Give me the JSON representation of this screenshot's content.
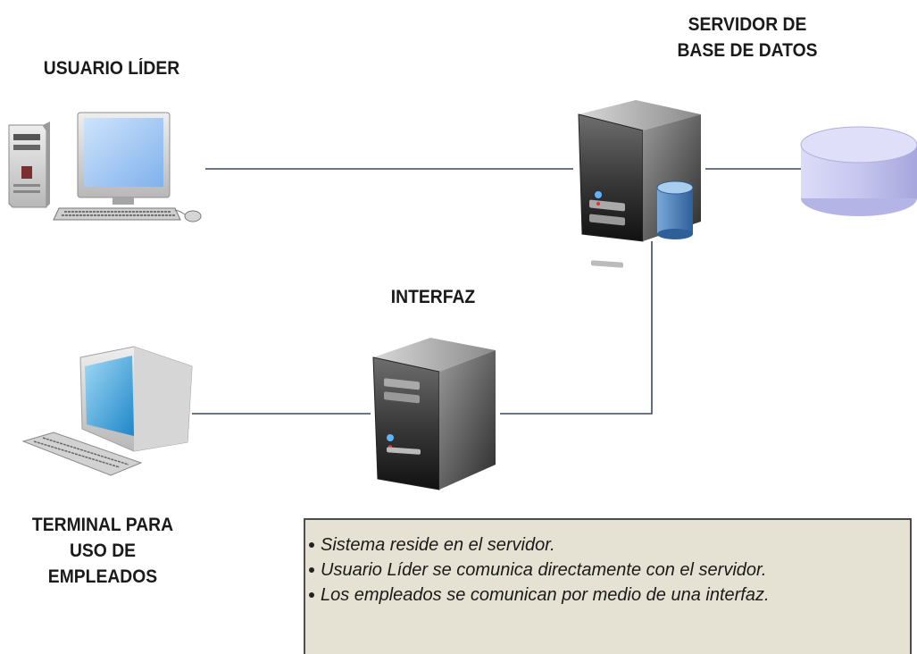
{
  "nodes": {
    "usuario_lider": {
      "label_lines": [
        "USUARIO LÍDER"
      ]
    },
    "servidor_bd": {
      "label_lines": [
        "SERVIDOR DE",
        "BASE DE DATOS"
      ]
    },
    "interfaz": {
      "label_lines": [
        "INTERFAZ"
      ]
    },
    "terminal": {
      "label_lines": [
        "TERMINAL PARA",
        "USO DE",
        "EMPLEADOS"
      ]
    }
  },
  "notes": [
    "Sistema reside en el servidor.",
    "Usuario Líder se comunica directamente con el servidor.",
    "Los empleados se comunican por medio de una interfaz."
  ],
  "colors": {
    "connector": "#3a4a5c",
    "notes_background": "#e6e2d3",
    "database": "#c8c8f2",
    "mini_database": "#4f86c0"
  },
  "icons": [
    "desktop-computer-icon",
    "server-icon",
    "database-icon",
    "terminal-computer-icon"
  ]
}
